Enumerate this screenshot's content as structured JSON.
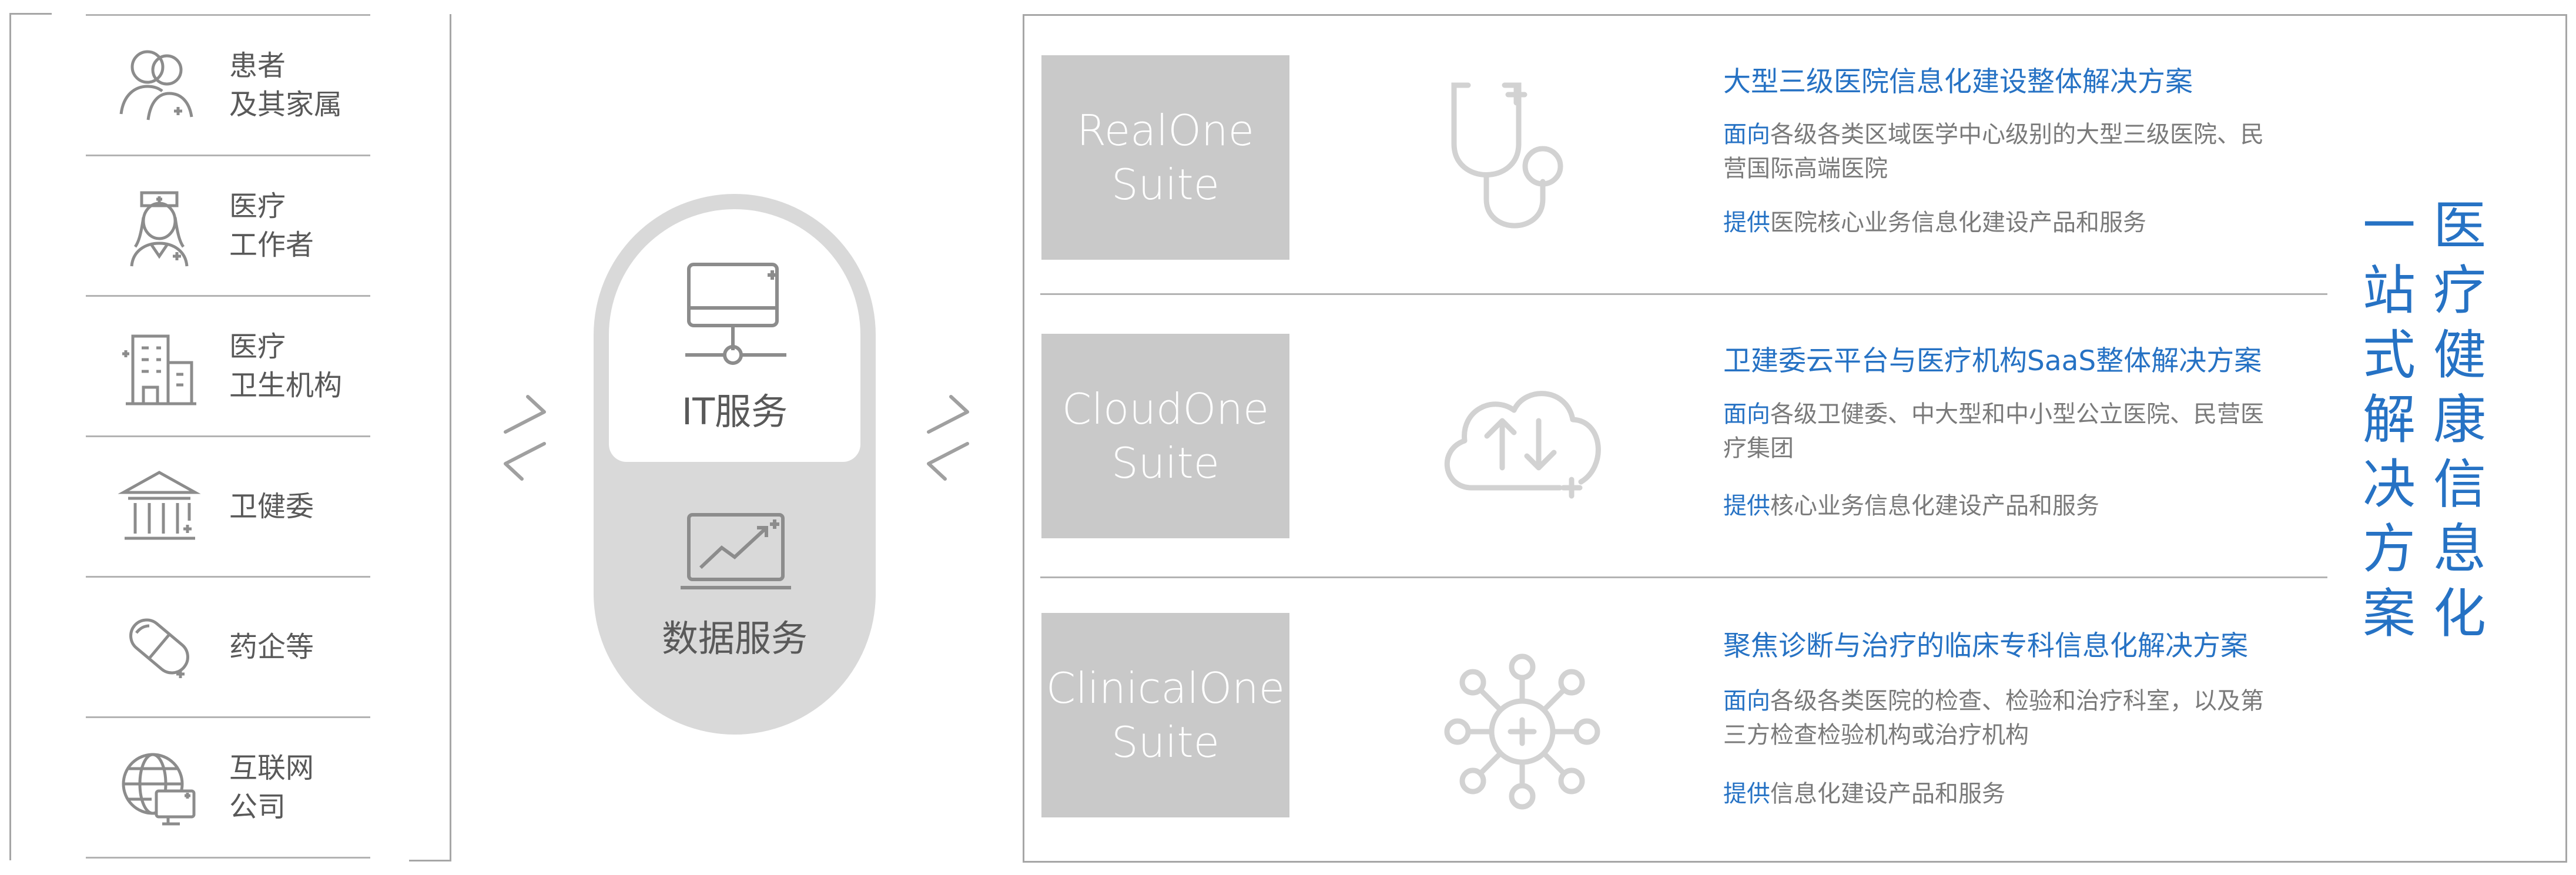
{
  "stakeholders": [
    {
      "label": "患者\n及其家属",
      "icon": "patient-family-icon"
    },
    {
      "label": "医疗\n工作者",
      "icon": "nurse-icon"
    },
    {
      "label": "医疗\n卫生机构",
      "icon": "hospital-building-icon"
    },
    {
      "label": "卫健委",
      "icon": "government-building-icon"
    },
    {
      "label": "药企等",
      "icon": "pill-capsule-icon"
    },
    {
      "label": "互联网\n公司",
      "icon": "globe-monitor-icon"
    }
  ],
  "capsule": {
    "top_label": "IT服务",
    "bottom_label": "数据服务"
  },
  "solutions": [
    {
      "suite": "RealOne\nSuite",
      "icon": "stethoscope-icon",
      "title": "大型三级医院信息化建设整体解决方案",
      "desc_prefix": "面向",
      "desc": "各级各类区域医学中心级别的大型三级医院、民营国际高端医院",
      "prov_prefix": "提供",
      "prov": "医院核心业务信息化建设产品和服务"
    },
    {
      "suite": "CloudOne\nSuite",
      "icon": "cloud-sync-icon",
      "title": "卫建委云平台与医疗机构SaaS整体解决方案",
      "desc_prefix": "面向",
      "desc": "各级卫健委、中大型和中小型公立医院、民营医疗集团",
      "prov_prefix": "提供",
      "prov": "核心业务信息化建设产品和服务"
    },
    {
      "suite": "ClinicalOne\nSuite",
      "icon": "medical-network-icon",
      "title": "聚焦诊断与治疗的临床专科信息化解决方案",
      "desc_prefix": "面向",
      "desc": "各级各类医院的检查、检验和治疗科室，以及第三方检查检验机构或治疗机构",
      "prov_prefix": "提供",
      "prov": "信息化建设产品和服务"
    }
  ],
  "vertical_text": {
    "col1": "一站式解决方案",
    "col2": "医疗健康信息化"
  },
  "colors": {
    "accent": "#2672c4",
    "gray_line": "#a6a6a6",
    "suite_box": "#c9c9c9",
    "capsule": "#d9d9d9"
  }
}
